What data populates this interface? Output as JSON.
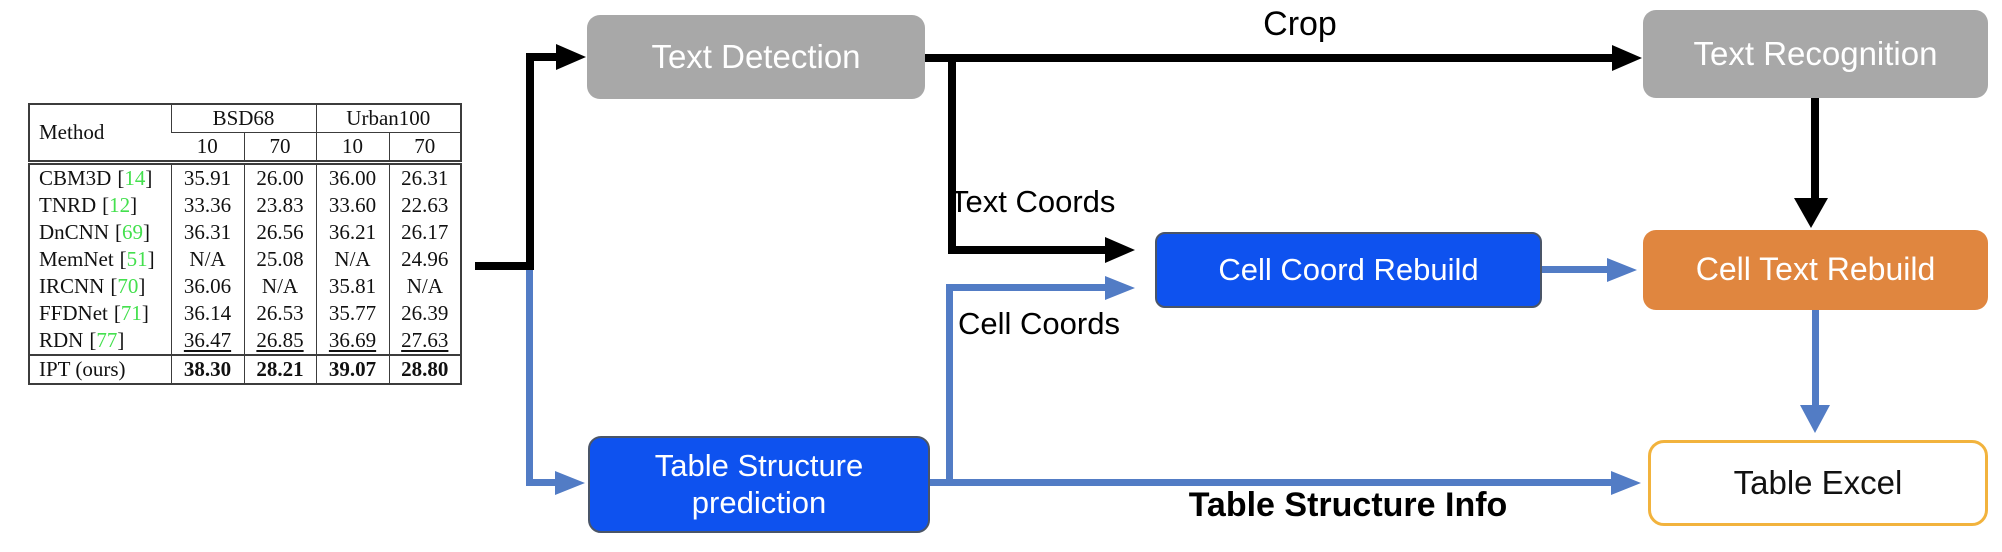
{
  "diagram": {
    "nodes": {
      "text_detection": {
        "label": "Text Detection"
      },
      "text_recognition": {
        "label": "Text Recognition"
      },
      "cell_coord_rebuild": {
        "label": "Cell Coord Rebuild"
      },
      "cell_text_rebuild": {
        "label": "Cell Text Rebuild"
      },
      "table_structure_prediction": {
        "label": "Table Structure prediction"
      },
      "table_excel": {
        "label": "Table Excel"
      }
    },
    "edge_labels": {
      "crop": "Crop",
      "text_coords": "Text Coords",
      "cell_coords": "Cell Coords",
      "table_structure_info": "Table Structure Info"
    },
    "colors": {
      "node_gray": "#a8a8a8",
      "node_blue": "#0e52ef",
      "node_orange": "#e0863f",
      "excel_border": "#f2b33d",
      "arrow_blue": "#527cc5",
      "arrow_black": "#000000",
      "cite_green": "#44e04e"
    }
  },
  "table": {
    "headers": {
      "method": "Method",
      "group1": "BSD68",
      "group2": "Urban100",
      "sub": [
        "10",
        "70",
        "10",
        "70"
      ]
    },
    "cite_open": "[",
    "cite_close": "]",
    "rows": [
      {
        "method": "CBM3D",
        "cite": "14",
        "values": [
          "35.91",
          "26.00",
          "36.00",
          "26.31"
        ]
      },
      {
        "method": "TNRD",
        "cite": "12",
        "values": [
          "33.36",
          "23.83",
          "33.60",
          "22.63"
        ]
      },
      {
        "method": "DnCNN",
        "cite": "69",
        "values": [
          "36.31",
          "26.56",
          "36.21",
          "26.17"
        ]
      },
      {
        "method": "MemNet",
        "cite": "51",
        "values": [
          "N/A",
          "25.08",
          "N/A",
          "24.96"
        ]
      },
      {
        "method": "IRCNN",
        "cite": "70",
        "values": [
          "36.06",
          "N/A",
          "35.81",
          "N/A"
        ]
      },
      {
        "method": "FFDNet",
        "cite": "71",
        "values": [
          "36.14",
          "26.53",
          "35.77",
          "26.39"
        ]
      },
      {
        "method": "RDN",
        "cite": "77",
        "values": [
          "36.47",
          "26.85",
          "36.69",
          "27.63"
        ]
      },
      {
        "method": "IPT (ours)",
        "values": [
          "38.30",
          "28.21",
          "39.07",
          "28.80"
        ]
      }
    ]
  }
}
